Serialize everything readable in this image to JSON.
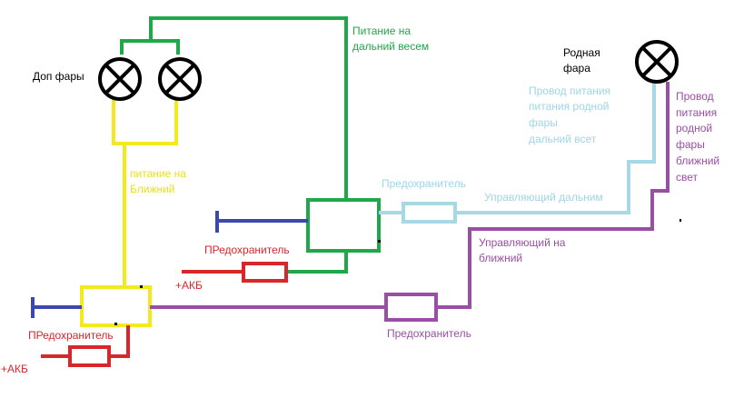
{
  "labels": {
    "dop_fary": "Доп фары",
    "rodnaya_fara_1": "Родная",
    "rodnaya_fara_2": "фара",
    "pitanie_dalniy_1": "Питание на",
    "pitanie_dalniy_2": "дальний весем",
    "pitanie_blizhniy_1": "питание на",
    "pitanie_blizhniy_2": "Ближний",
    "provod_dalniy_1": "Провод питания",
    "provod_dalniy_2": "питания родной",
    "provod_dalniy_3": "фары",
    "provod_dalniy_4": "дальний всет",
    "provod_blizhniy_1": "Провод",
    "provod_blizhniy_2": "питания",
    "provod_blizhniy_3": "родной",
    "provod_blizhniy_4": "фары",
    "provod_blizhniy_5": "ближний",
    "provod_blizhniy_6": "свет",
    "predohranitel_top": "Предохранитель",
    "upravlyayushchiy_dalnim": "Управляющий дальним",
    "upravlyayushchiy_blizhniy_1": "Управляющий на",
    "upravlyayushchiy_blizhniy_2": "ближний",
    "predohranitel_green": "ПРедохранитель",
    "akb_green": "+АКБ",
    "predohranitel_yellow": "ПРедохранитель",
    "akb_yellow": "+АКБ",
    "predohranitel_purple": "Предохранитель"
  },
  "colors": {
    "green": "#1fa84a",
    "yellow": "#f2ea1c",
    "blue": "#3a48b0",
    "light_blue": "#a6d8e6",
    "purple": "#9b4ea6",
    "red": "#d8272a",
    "black": "#000000",
    "label_green": "#1fa84a",
    "label_yellow": "#e9e01f",
    "label_light_blue": "#9fd5e6",
    "label_purple": "#9b4ea6",
    "label_red": "#d8272a"
  }
}
